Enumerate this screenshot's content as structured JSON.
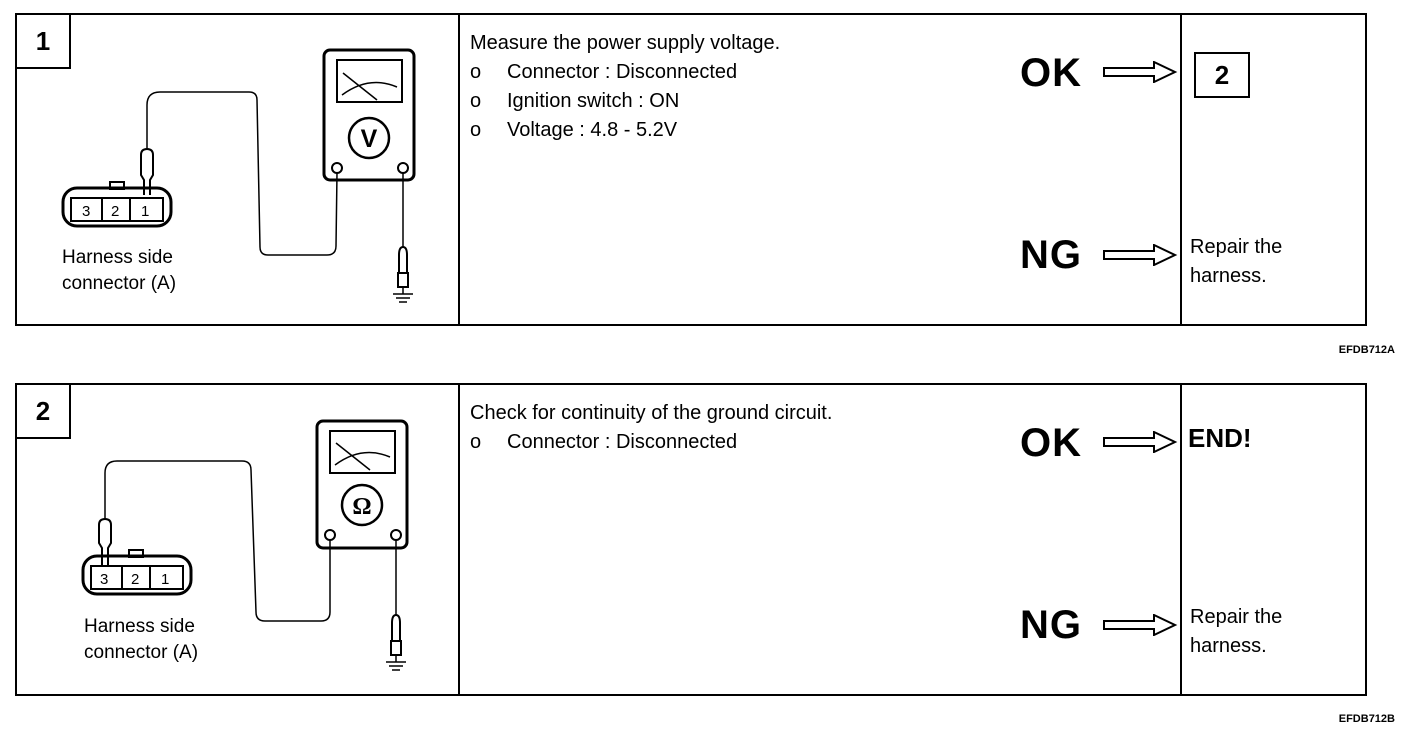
{
  "steps": [
    {
      "number": "1",
      "connector_label_line1": "Harness side",
      "connector_label_line2": "connector (A)",
      "connector_pins": [
        "3",
        "2",
        "1"
      ],
      "meter_symbol": "V",
      "instruction_title": "Measure the power supply voltage.",
      "bullets": [
        {
          "mark": "o",
          "text": "Connector : Disconnected"
        },
        {
          "mark": "o",
          "text": "Ignition switch : ON"
        },
        {
          "mark": "o",
          "text": "Voltage : 4.8 - 5.2V"
        }
      ],
      "ok_label": "OK",
      "ng_label": "NG",
      "ok_result": "2",
      "ng_result_line1": "Repair the",
      "ng_result_line2": "harness.",
      "figure_code": "EFDB712A"
    },
    {
      "number": "2",
      "connector_label_line1": "Harness side",
      "connector_label_line2": "connector (A)",
      "connector_pins": [
        "3",
        "2",
        "1"
      ],
      "meter_symbol": "Ω",
      "instruction_title": "Check for continuity of the ground circuit.",
      "bullets": [
        {
          "mark": "o",
          "text": "Connector : Disconnected"
        }
      ],
      "ok_label": "OK",
      "ng_label": "NG",
      "ok_result": "END!",
      "ng_result_line1": "Repair the",
      "ng_result_line2": "harness.",
      "figure_code": "EFDB712B"
    }
  ]
}
